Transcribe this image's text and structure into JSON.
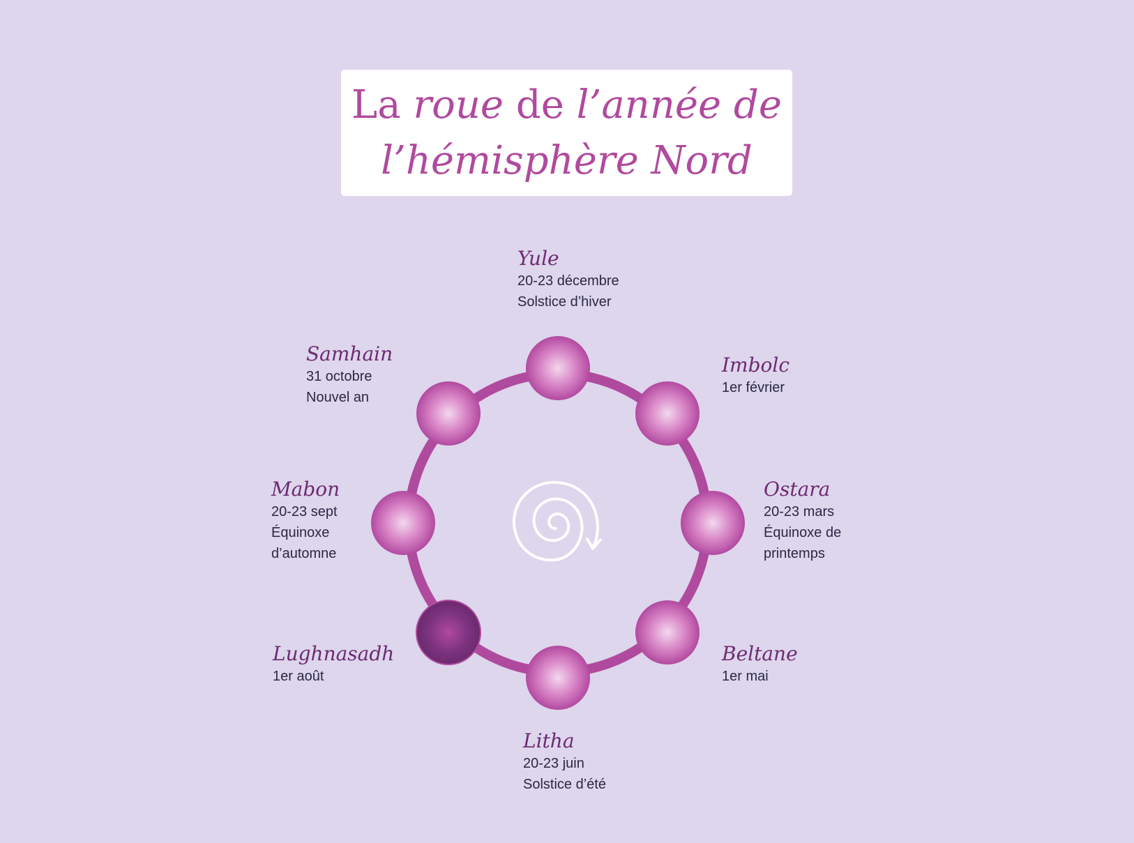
{
  "title": {
    "line1": [
      {
        "text": "La ",
        "italic": false
      },
      {
        "text": "roue",
        "italic": true
      },
      {
        "text": " de ",
        "italic": false
      },
      {
        "text": "l’année de",
        "italic": true
      }
    ],
    "line2": [
      {
        "text": "l’hémisphère Nord",
        "italic": true
      }
    ]
  },
  "colors": {
    "background": "#ddd6ec",
    "ring": "#b04a9e",
    "node_light": "#f3d8ee",
    "node_dark": "#b24aa0",
    "node_highlight_dark": "#6b2a6e",
    "name_text": "#6e2a72",
    "body_text": "#2a2845"
  },
  "center_icon": "spiral-arrow-icon",
  "highlighted_sabbat": "Lughnasadh",
  "sabbats": [
    {
      "name": "Yule",
      "lines": [
        "20-23 décembre",
        "Solstice d’hiver"
      ]
    },
    {
      "name": "Imbolc",
      "lines": [
        "1er février"
      ]
    },
    {
      "name": "Ostara",
      "lines": [
        "20-23 mars",
        "Équinoxe de",
        "printemps"
      ]
    },
    {
      "name": "Beltane",
      "lines": [
        "1er mai"
      ]
    },
    {
      "name": "Litha",
      "lines": [
        "20-23 juin",
        "Solstice d’été"
      ]
    },
    {
      "name": "Lughnasadh",
      "lines": [
        "1er août"
      ]
    },
    {
      "name": "Mabon",
      "lines": [
        "20-23 sept",
        "Équinoxe",
        "d’automne"
      ]
    },
    {
      "name": "Samhain",
      "lines": [
        "31 octobre",
        "Nouvel an"
      ]
    }
  ]
}
